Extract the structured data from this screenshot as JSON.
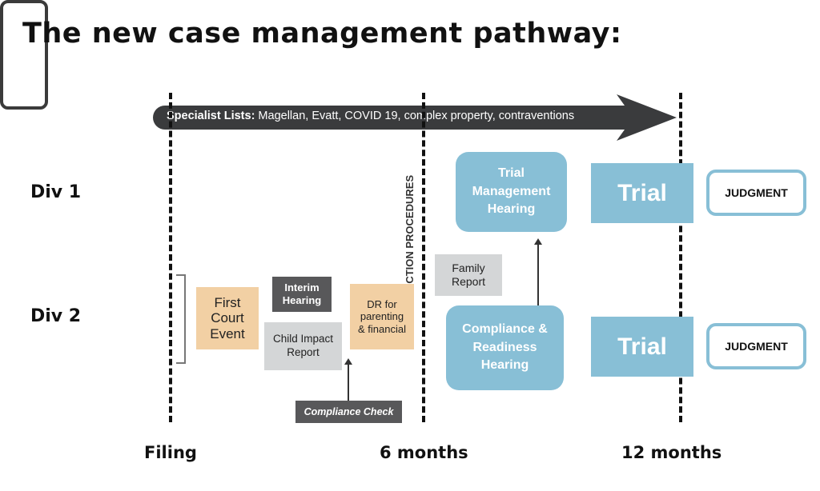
{
  "title": "The new case management pathway:",
  "specialist": {
    "bold": "Specialist Lists:",
    "text": " Magellan, Evatt, COVID 19, complex property, contraventions"
  },
  "divisions": {
    "div1": "Div 1",
    "div2": "Div 2"
  },
  "pre_action": "PRE-ACTION\nPROCEDURES",
  "boxes": {
    "first_court_event": "First\nCourt\nEvent",
    "interim_hearing": "Interim\nHearing",
    "child_impact_report": "Child Impact\nReport",
    "dr_parenting_financial": "DR for\nparenting\n& financial",
    "compliance_check": "Compliance Check",
    "family_report": "Family\nReport",
    "trial_management_hearing": "Trial\nManagement\nHearing",
    "compliance_readiness_hearing": "Compliance &\nReadiness\nHearing",
    "trial_div1": "Trial",
    "trial_div2": "Trial",
    "judgment_div1": "JUDGMENT",
    "judgment_div2": "JUDGMENT"
  },
  "timeline": {
    "filing": "Filing",
    "six_months": "6 months",
    "twelve_months": "12 months"
  },
  "colors": {
    "tan": "#f2d0a4",
    "light_grey": "#d4d6d7",
    "dark_grey": "#58585a",
    "blue": "#88bfd6",
    "arrow": "#3a3b3d"
  }
}
